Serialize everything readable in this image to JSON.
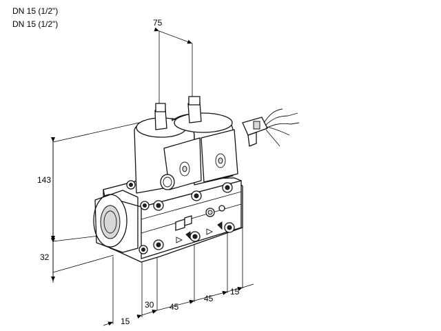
{
  "header": {
    "line1": "DN 15 (1/2\")",
    "line2": "DN 15 (1/2\")"
  },
  "dimensions": {
    "top_width": "75",
    "height_total": "143",
    "height_base": "32",
    "bottom_offset": "15",
    "pitch_first": "30",
    "pitch_second": "45",
    "pitch_third": "45",
    "pitch_last": "15"
  }
}
